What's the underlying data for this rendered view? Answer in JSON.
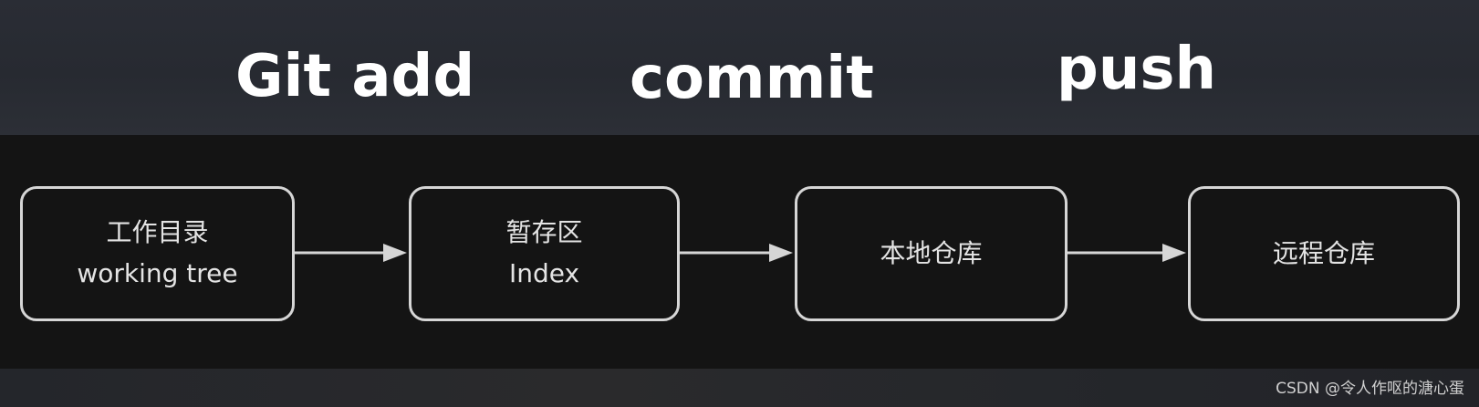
{
  "commands": {
    "add": "Git add",
    "commit": "commit",
    "push": "push"
  },
  "nodes": {
    "working": {
      "title": "工作目录",
      "subtitle": "working tree"
    },
    "index": {
      "title": "暂存区",
      "subtitle": "Index"
    },
    "local": {
      "title": "本地仓库"
    },
    "remote": {
      "title": "远程仓库"
    }
  },
  "watermark": "CSDN @令人作呕的溏心蛋"
}
